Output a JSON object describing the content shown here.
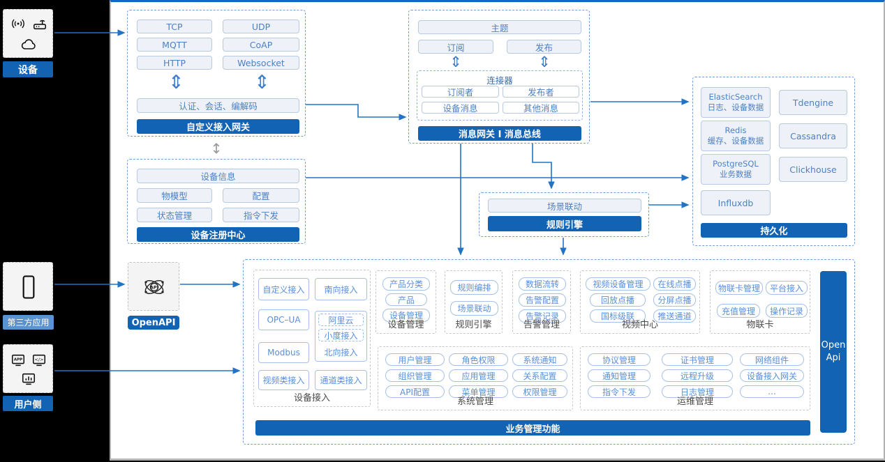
{
  "colors": {
    "accent": "#1263b4",
    "light_accent": "#5b93d1",
    "arrow": "#2273c3"
  },
  "glyphs": {
    "updown_double": "⇕",
    "updown": "↕"
  },
  "rail": {
    "device_label": "设备",
    "third_party_label": "第三方应用",
    "user_label": "用户侧"
  },
  "gateway": {
    "title": "自定义接入网关",
    "protocols": [
      "TCP",
      "UDP",
      "MQTT",
      "CoAP",
      "HTTP",
      "Websocket"
    ],
    "session_pill": "认证、会话、编解码"
  },
  "bus": {
    "title": "消息网关 I 消息总线",
    "topic": "主题",
    "subscribe": "订阅",
    "publish": "发布",
    "connector_title": "连接器",
    "connector_items": [
      "订阅者",
      "发布者",
      "设备消息",
      "其他消息"
    ]
  },
  "persistence": {
    "title": "持久化",
    "stores": [
      {
        "name": "ElasticSearch",
        "desc": "日志、设备数据"
      },
      {
        "name": "Tdengine",
        "desc": ""
      },
      {
        "name": "Redis",
        "desc": "缓存、设备数据"
      },
      {
        "name": "Cassandra",
        "desc": ""
      },
      {
        "name": "PostgreSQL",
        "desc": "业务数据"
      },
      {
        "name": "Clickhouse",
        "desc": ""
      },
      {
        "name": "Influxdb",
        "desc": ""
      }
    ]
  },
  "registry": {
    "title": "设备注册中心",
    "wide_pill": "设备信息",
    "pills": [
      "物模型",
      "配置",
      "状态管理",
      "指令下发"
    ]
  },
  "rule_engine": {
    "title": "规则引擎",
    "pill": "场景联动"
  },
  "openapi_label": "OpenAPI",
  "business": {
    "footer": "业务管理功能",
    "open_api_line1": "Open",
    "open_api_line2": "Api",
    "device_access": {
      "label": "设备接入",
      "pills": [
        "自定义接入",
        "南向接入",
        "OPC–UA",
        "Modbus",
        "视频类接入",
        "通道类接入"
      ],
      "north_label": "北向接入",
      "north_sub": [
        "阿里云",
        "小度接入"
      ]
    },
    "device_mgmt": {
      "label": "设备管理",
      "pills": [
        "产品分类",
        "产品",
        "设备管理"
      ]
    },
    "rule": {
      "label": "规则引擎",
      "pills": [
        "规则编排",
        "场景联动"
      ]
    },
    "alarm": {
      "label": "告警管理",
      "pills": [
        "数据流转",
        "告警配置",
        "告警记录"
      ]
    },
    "video": {
      "label": "视频中心",
      "pills": [
        "视频设备管理",
        "在线点播",
        "回放点播",
        "分屏点播",
        "国标级联",
        "推送通道"
      ]
    },
    "iot_card": {
      "label": "物联卡",
      "pills": [
        "物联卡管理",
        "平台接入",
        "充值管理",
        "操作记录"
      ]
    },
    "system": {
      "label": "系统管理",
      "pills": [
        "用户管理",
        "角色权限",
        "系统通知",
        "组织管理",
        "应用管理",
        "关系配置",
        "API配置",
        "菜单管理",
        "权限管理"
      ]
    },
    "ops": {
      "label": "运维管理",
      "pills": [
        "协议管理",
        "证书管理",
        "网络组件",
        "通知管理",
        "远程升级",
        "设备接入网关",
        "指令下发",
        "日志管理",
        "..."
      ]
    }
  }
}
